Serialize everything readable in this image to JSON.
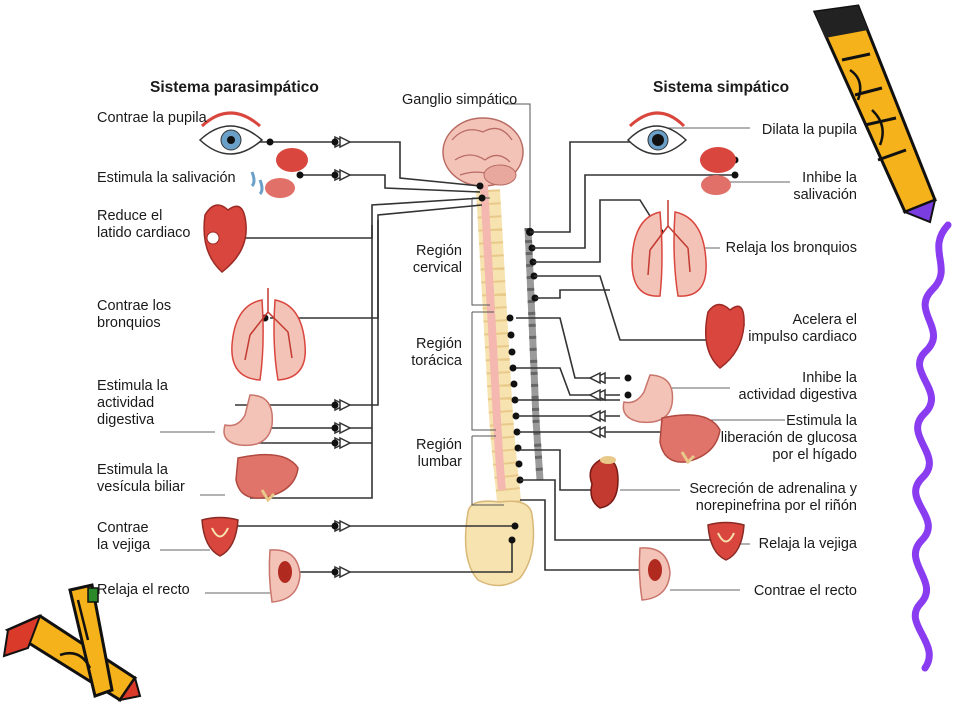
{
  "headers": {
    "parasympathetic": "Sistema parasimpático",
    "ganglion": "Ganglio simpático",
    "sympathetic": "Sistema simpático"
  },
  "regions": {
    "cervical": [
      "Región",
      "cervical"
    ],
    "thoracic": [
      "Región",
      "torácica"
    ],
    "lumbar": [
      "Región",
      "lumbar"
    ]
  },
  "parasympathetic": [
    {
      "id": "pupil",
      "lines": [
        "Contrae la pupila"
      ],
      "organ": "eye"
    },
    {
      "id": "saliva",
      "lines": [
        "Estimula la salivación"
      ],
      "organ": "salivary-gland"
    },
    {
      "id": "heart",
      "lines": [
        "Reduce el",
        "latido cardiaco"
      ],
      "organ": "heart"
    },
    {
      "id": "bronchi",
      "lines": [
        "Contrae los",
        "bronquios"
      ],
      "organ": "lungs"
    },
    {
      "id": "digestion",
      "lines": [
        "Estimula la",
        "actividad",
        "digestiva"
      ],
      "organ": "stomach"
    },
    {
      "id": "gallbladder",
      "lines": [
        "Estimula la",
        "vesícula biliar"
      ],
      "organ": "liver"
    },
    {
      "id": "bladder",
      "lines": [
        "Contrae",
        "la vejiga"
      ],
      "organ": "bladder"
    },
    {
      "id": "rectum",
      "lines": [
        "Relaja el recto"
      ],
      "organ": "rectum"
    }
  ],
  "sympathetic": [
    {
      "id": "pupil",
      "lines": [
        "Dilata la pupila"
      ],
      "organ": "eye"
    },
    {
      "id": "saliva",
      "lines": [
        "Inhibe la",
        "salivación"
      ],
      "organ": "salivary-gland"
    },
    {
      "id": "bronchi",
      "lines": [
        "Relaja los bronquios"
      ],
      "organ": "lungs"
    },
    {
      "id": "heart",
      "lines": [
        "Acelera el",
        "impulso cardiaco"
      ],
      "organ": "heart"
    },
    {
      "id": "digestion",
      "lines": [
        "Inhibe la",
        "actividad digestiva"
      ],
      "organ": "stomach"
    },
    {
      "id": "glucose",
      "lines": [
        "Estimula la",
        "liberación de glucosa",
        "por el hígado"
      ],
      "organ": "liver"
    },
    {
      "id": "adrenaline",
      "lines": [
        "Secreción de adrenalina y",
        "norepinefrina por el riñón"
      ],
      "organ": "kidney"
    },
    {
      "id": "bladder",
      "lines": [
        "Relaja la vejiga"
      ],
      "organ": "bladder"
    },
    {
      "id": "rectum",
      "lines": [
        "Contrae el recto"
      ],
      "organ": "rectum"
    }
  ],
  "colors": {
    "nerve": "#333333",
    "spinal_cord": "#f4b8b0",
    "vertebrae": "#f7e3b0",
    "ganglion_chain": "#9a9a9a",
    "organ_red": "#d9463e",
    "organ_pink": "#f3c3b8",
    "pencil_yellow": "#f6b21a",
    "pencil_purple": "#7a3de0",
    "squiggle": "#8a3cf0"
  },
  "decorations": [
    "pencil-top-right-icon",
    "pencil-bottom-left-icon",
    "purple-squiggle-border"
  ]
}
